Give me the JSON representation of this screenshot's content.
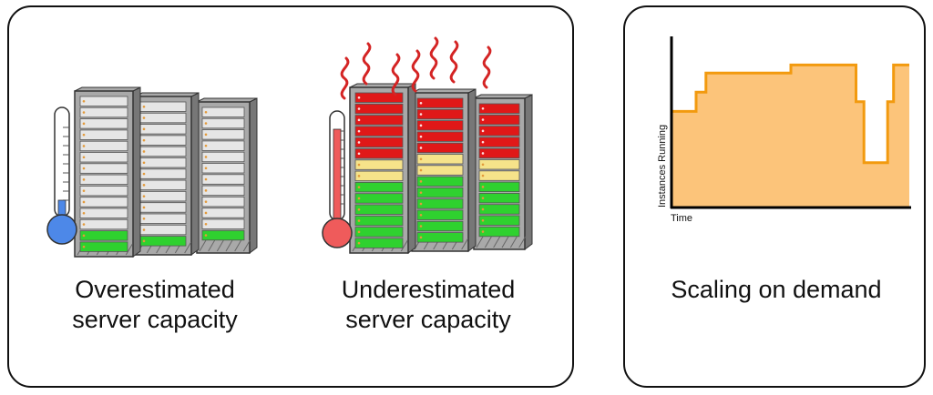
{
  "overestimated": {
    "caption_line1": "Overestimated",
    "caption_line2": "server capacity",
    "thermometer_color": "#4d88e8",
    "slot_colors": {
      "idle": "#e6e6e6",
      "green": "#2fd12f"
    }
  },
  "underestimated": {
    "caption_line1": "Underestimated",
    "caption_line2": "server capacity",
    "thermometer_color": "#ef5b5b",
    "heat_color": "#d42424",
    "slot_colors": {
      "red": "#e01818",
      "yellow": "#f6e38a",
      "green": "#2fd12f"
    }
  },
  "scaling": {
    "caption": "Scaling on demand",
    "chart_data": {
      "type": "area",
      "xlabel": "Time",
      "ylabel": "Instances Running",
      "fill_color": "#fcc47a",
      "line_color": "#f29a0f",
      "steps": [
        [
          0,
          3
        ],
        [
          12,
          3
        ],
        [
          12,
          3.6
        ],
        [
          17,
          3.6
        ],
        [
          17,
          4.2
        ],
        [
          60,
          4.2
        ],
        [
          60,
          4.45
        ],
        [
          93,
          4.45
        ],
        [
          93,
          3.3
        ],
        [
          97,
          3.3
        ],
        [
          97,
          1.4
        ],
        [
          109,
          1.4
        ],
        [
          109,
          3.3
        ],
        [
          112,
          3.3
        ],
        [
          112,
          4.45
        ],
        [
          120,
          4.45
        ]
      ],
      "xlim": [
        0,
        120
      ],
      "ylim": [
        0,
        5
      ]
    }
  }
}
